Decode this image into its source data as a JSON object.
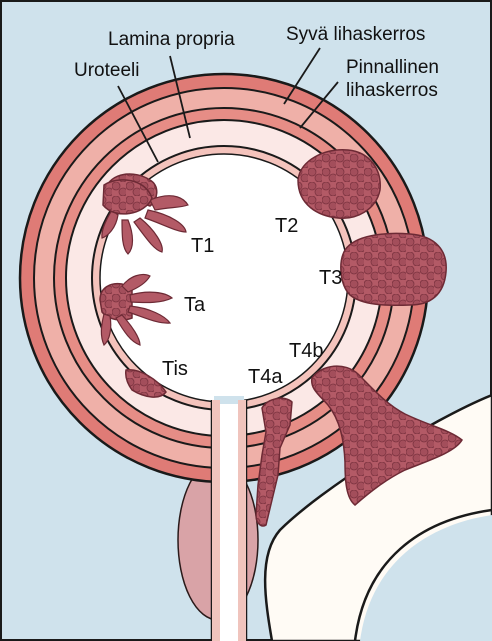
{
  "labels": {
    "uroteeli": "Uroteeli",
    "lamina_propria": "Lamina propria",
    "syva_lihaskerros": "Syvä lihaskerros",
    "pinnallinen_line1": "Pinnallinen",
    "pinnallinen_line2": "lihaskerros"
  },
  "stages": {
    "T1": "T1",
    "Ta": "Ta",
    "Tis": "Tis",
    "T2": "T2",
    "T3": "T3",
    "T4a": "T4a",
    "T4b": "T4b"
  },
  "colors": {
    "background": "#cfe2ec",
    "frame": "#1a1a1a",
    "muscle_outer": "#df7b76",
    "muscle_inner": "#efb0a8",
    "lamina_propria": "#fbe8e6",
    "urothelium": "#f4c3bc",
    "lumen": "#ffffff",
    "tumor": "#b35a66",
    "tumor_outline": "#6d2a35",
    "prostate": "#d9a3a7",
    "pelvic_bone": "#fffbf5"
  }
}
